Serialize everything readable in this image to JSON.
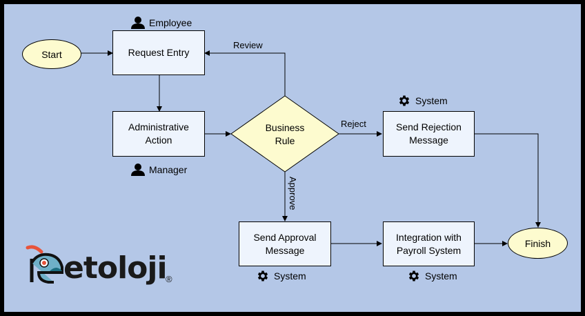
{
  "diagram": {
    "title": "Request approval workflow",
    "nodes": {
      "start": "Start",
      "request_entry": "Request Entry",
      "administrative_action": "Administrative\nAction",
      "business_rule": "Business\nRule",
      "send_rejection": "Send Rejection\nMessage",
      "send_approval": "Send Approval\nMessage",
      "integration": "Integration with\nPayroll System",
      "finish": "Finish"
    },
    "roles": {
      "employee": {
        "label": "Employee",
        "icon": "person-icon"
      },
      "manager": {
        "label": "Manager",
        "icon": "person-icon"
      },
      "system_rejection": {
        "label": "System",
        "icon": "gear-icon"
      },
      "system_approval": {
        "label": "System",
        "icon": "gear-icon"
      },
      "system_integration": {
        "label": "System",
        "icon": "gear-icon"
      }
    },
    "edge_labels": {
      "review": "Review",
      "reject": "Reject",
      "approve": "Approve"
    },
    "colors": {
      "background": "#b4c7e7",
      "process_fill": "#eef4fd",
      "terminal_fill": "#fdfbcf",
      "decision_fill": "#fdfbcf"
    }
  },
  "logo": {
    "text": "etoloji",
    "registered_mark": "®"
  }
}
